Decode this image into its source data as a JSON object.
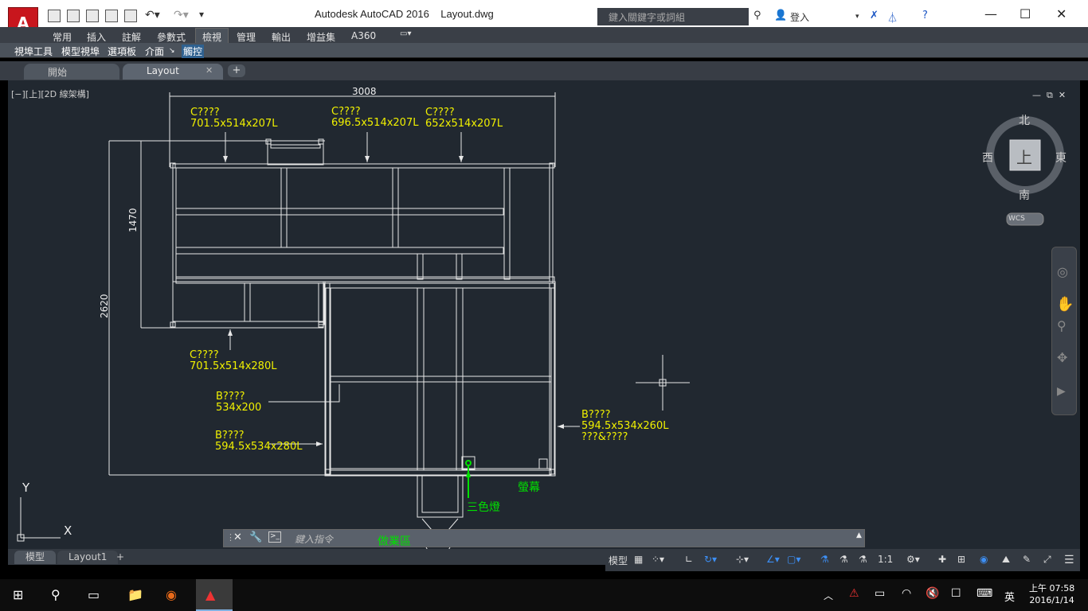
{
  "window": {
    "title": "Autodesk AutoCAD 2016",
    "file": "Layout.dwg",
    "search_placeholder": "鍵入關鍵字或詞組",
    "login": "登入",
    "app_letter": "A",
    "min": "—",
    "max": "☐",
    "close": "✕"
  },
  "ribbon_tabs": [
    "常用",
    "插入",
    "註解",
    "參數式",
    "檢視",
    "管理",
    "輸出",
    "增益集",
    "A360"
  ],
  "panel_buttons": [
    "視埠工具",
    "模型視埠",
    "選項板",
    "介面",
    "觸控"
  ],
  "file_tabs": {
    "start": "開始",
    "layout": "Layout",
    "add": "+"
  },
  "viewport_label": "[−][上][2D 線架構]",
  "viewcube": {
    "n": "北",
    "s": "南",
    "e": "東",
    "w": "西",
    "top": "上",
    "wcs": "WCS"
  },
  "drawing": {
    "dim_width": "3008",
    "dim_1470": "1470",
    "dim_2620": "2620",
    "lbl1a": "C????",
    "lbl1b": "701.5x514x207L",
    "lbl2a": "C????",
    "lbl2b": "696.5x514x207L",
    "lbl3a": "C????",
    "lbl3b": "652x514x207L",
    "lbl4a": "C????",
    "lbl4b": "701.5x514x280L",
    "lbl5a": "B????",
    "lbl5b": "534x200",
    "lbl6a": "B????",
    "lbl6b": "594.5x534x280L",
    "lbl7a": "B????",
    "lbl7b": "594.5x534x260L",
    "lbl7c": "???&????",
    "screen": "螢幕",
    "light": "三色燈",
    "workarea": "做業區",
    "axis_x": "X",
    "axis_y": "Y"
  },
  "command": {
    "placeholder": "鍵入指令"
  },
  "layout_tabs": {
    "model": "模型",
    "layout1": "Layout1",
    "add": "+"
  },
  "status": {
    "model": "模型",
    "scale": "1:1"
  },
  "taskbar": {
    "time": "上午 07:58",
    "date": "2016/1/14",
    "ime": "英"
  }
}
